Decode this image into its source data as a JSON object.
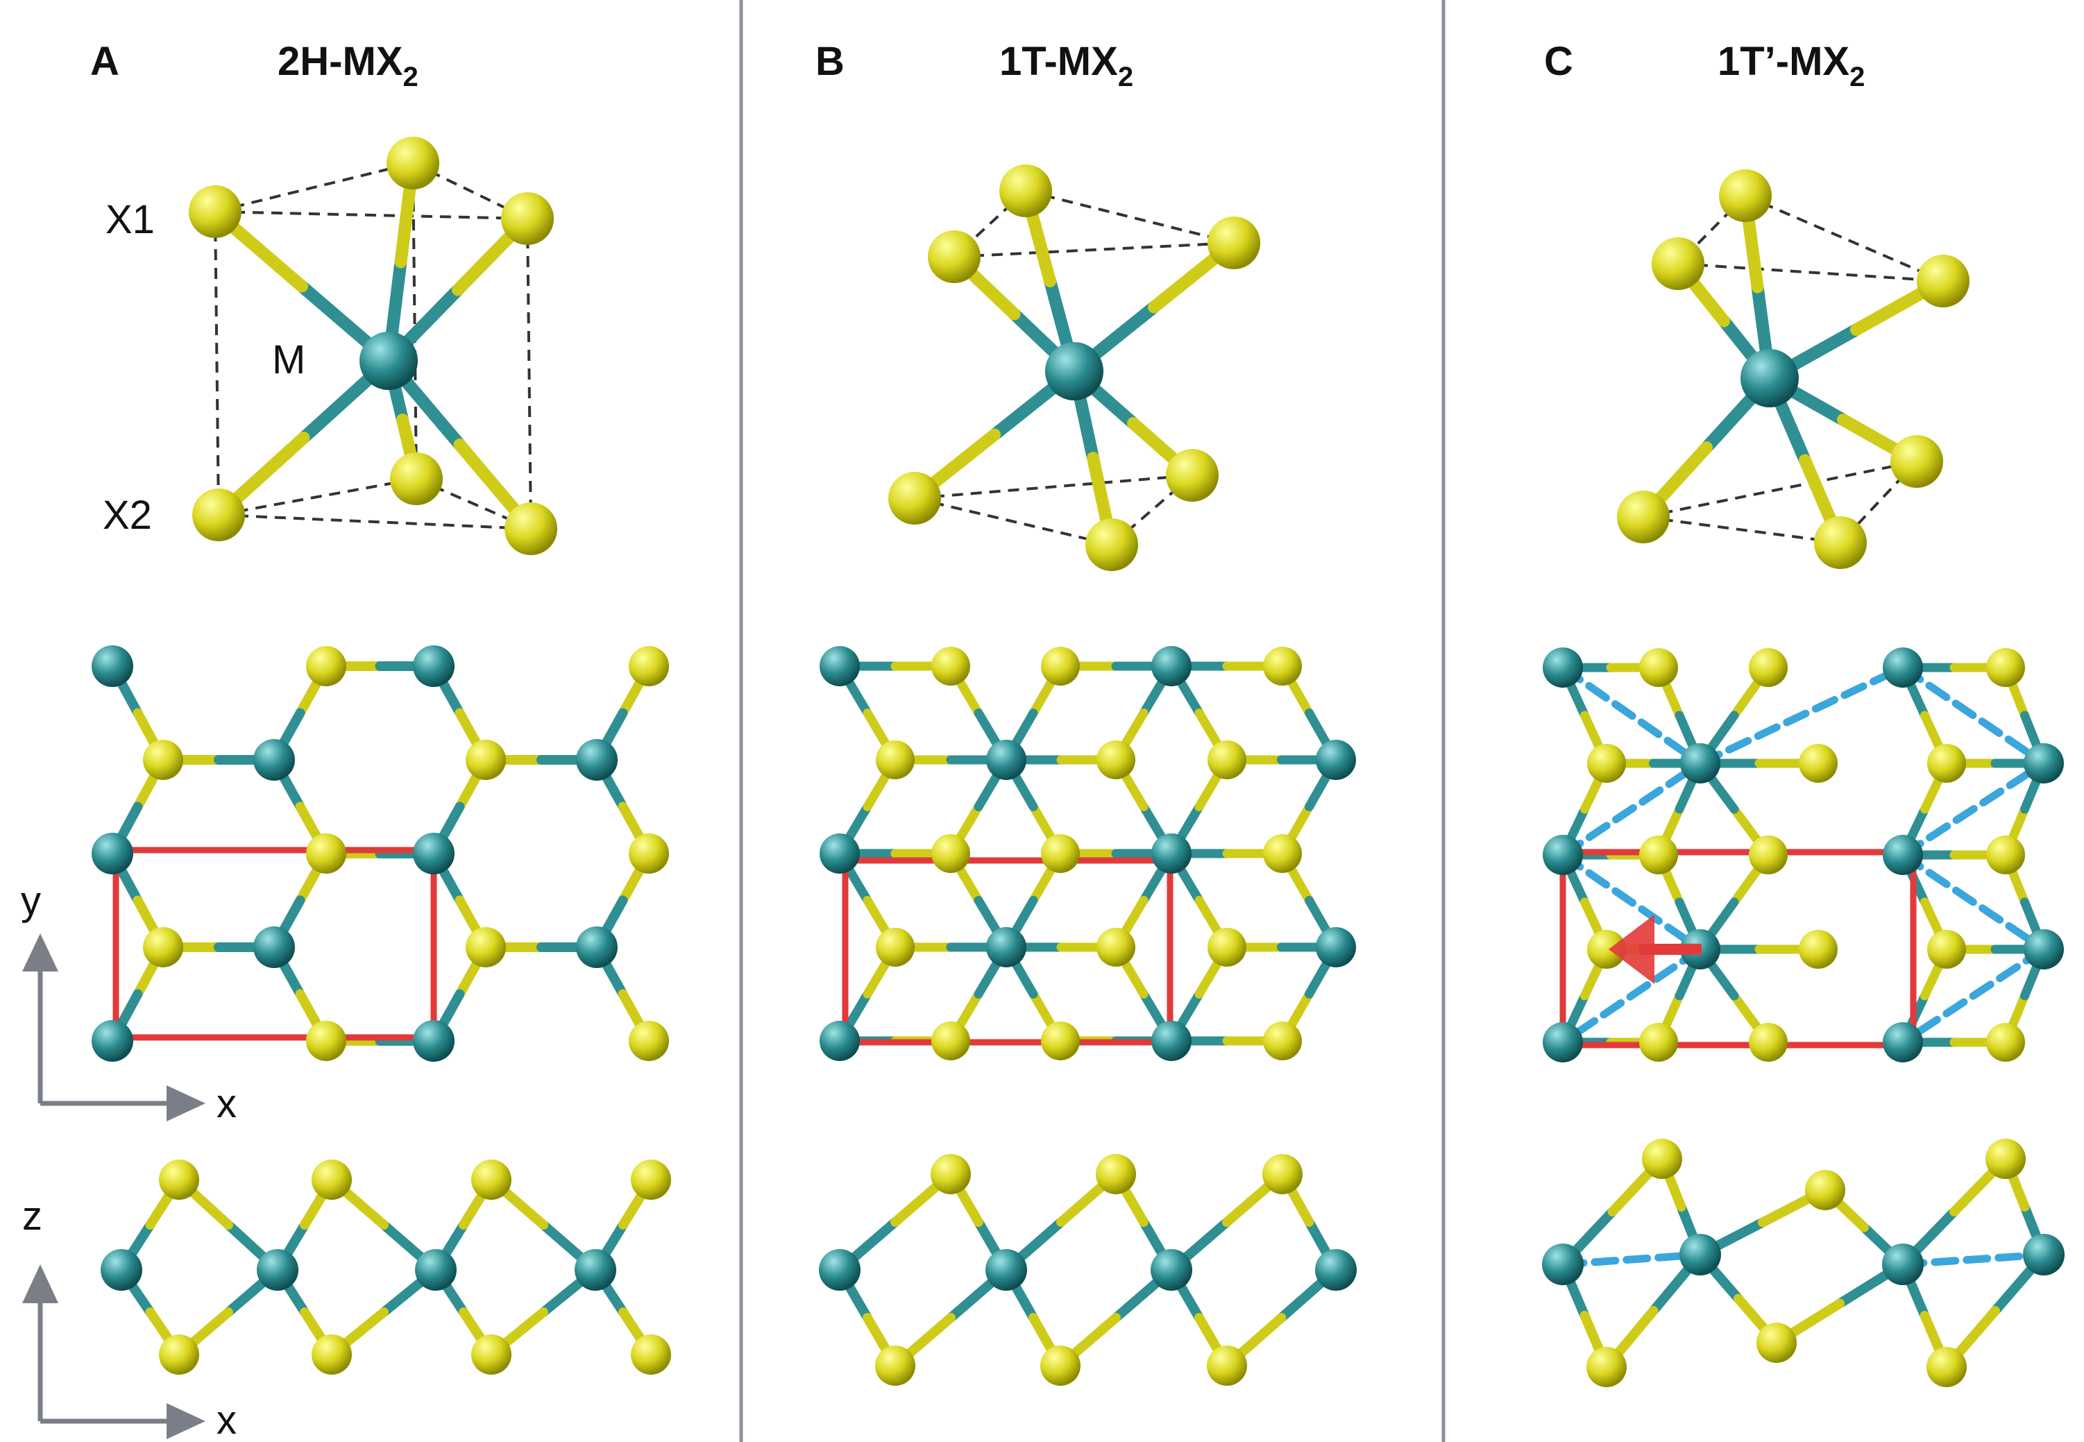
{
  "panels": [
    {
      "letter": "A",
      "title_main": "2H-MX",
      "title_sub": "2"
    },
    {
      "letter": "B",
      "title_main": "1T-MX",
      "title_sub": "2"
    },
    {
      "letter": "C",
      "title_main": "1T’-MX",
      "title_sub": "2"
    }
  ],
  "labels": {
    "x1": "X1",
    "x2": "X2",
    "metal": "M"
  },
  "axes": {
    "x": "x",
    "y": "y",
    "z": "z"
  },
  "colors": {
    "chalcogen": "#d9d61e",
    "metal": "#2a8b8f",
    "unit_cell": "#e23a3a",
    "dimer_bond": "#3aa6dc",
    "polyhedron_edge": "#333333",
    "panel_divider": "#8a8f99",
    "axis_arrow": "#7a7f87",
    "displacement_arrow": "#e23a3a"
  }
}
